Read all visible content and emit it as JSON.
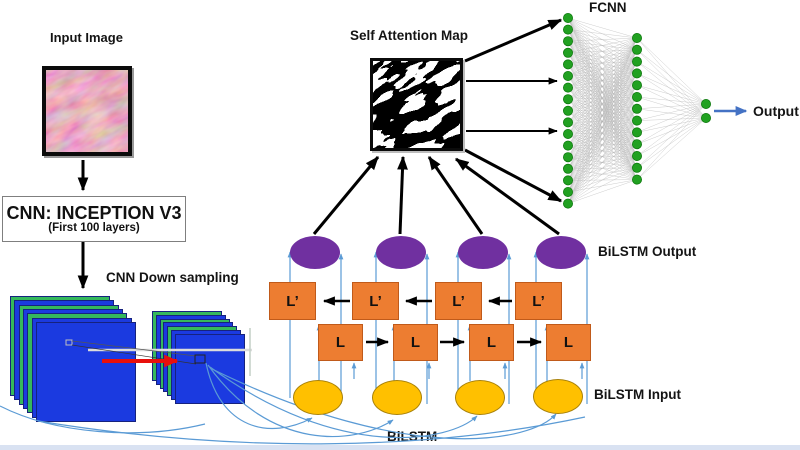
{
  "labels": {
    "input_image": "Input Image",
    "cnn_box_title": "CNN: INCEPTION V3",
    "cnn_box_subtitle": "(First 100 layers)",
    "cnn_downsampling": "CNN Down sampling",
    "self_attention_map": "Self Attention Map",
    "fcnn": "FCNN",
    "output": "Output",
    "bilstm_output": "BiLSTM Output",
    "bilstm_input": "BiLSTM Input",
    "bilstm": "BiLSTM"
  },
  "bilstm": {
    "backward_cell_label": "L’",
    "forward_cell_label": "L",
    "num_timesteps": 4
  },
  "fcnn": {
    "layer_node_counts": [
      17,
      13,
      2
    ]
  },
  "colors": {
    "bilstm_output_node": "#7030A0",
    "lstm_cell": "#ED7D31",
    "bilstm_input_node": "#FFC000",
    "fcnn_node": "#21A121",
    "fcnn_node_border": "#0F7A0F",
    "feature_map_blue": "#1B3AE0",
    "feature_map_green": "#35B85C",
    "arrow_black": "#000000",
    "arrow_red": "#E8100C",
    "connector_blue": "#5B9BD5",
    "output_arrow": "#4472C4"
  }
}
